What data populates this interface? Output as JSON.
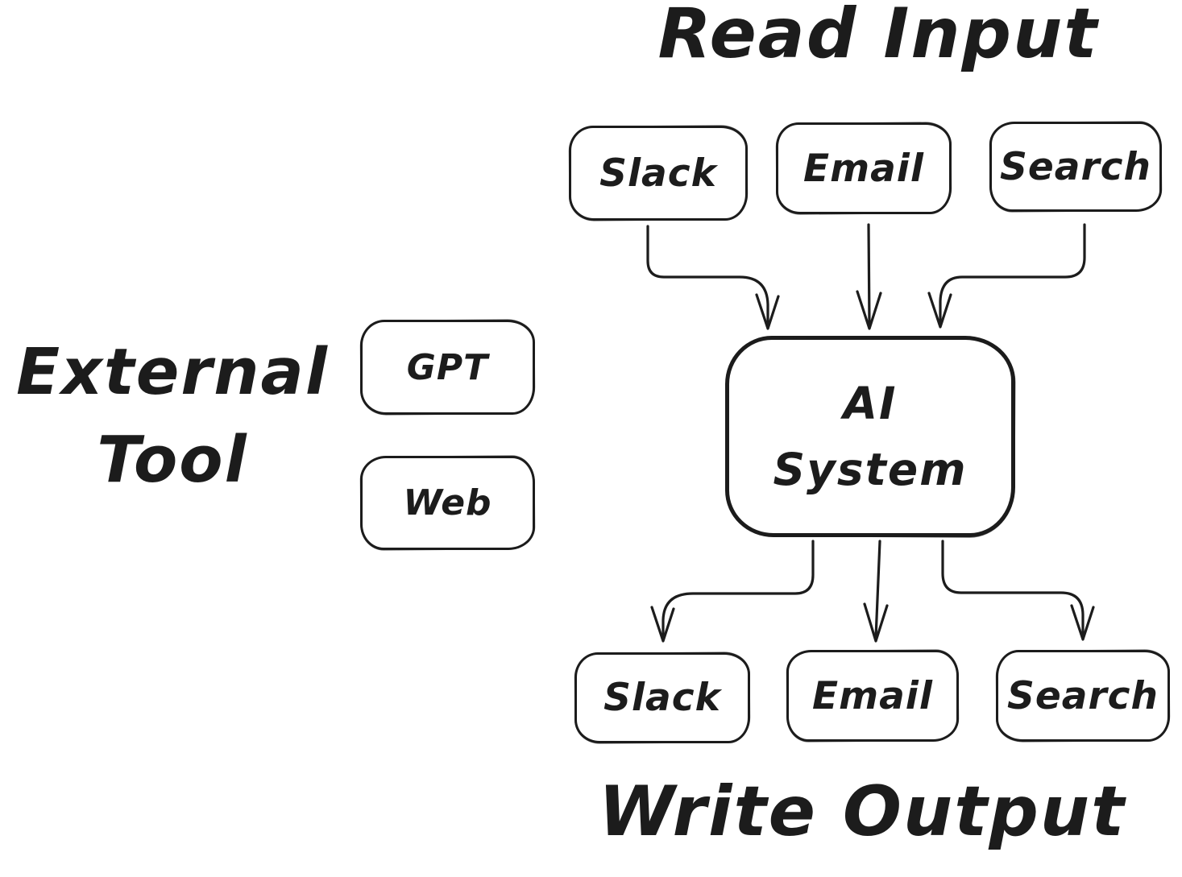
{
  "canvas": {
    "background": "#ffffff",
    "stroke_color": "#1c1c1c"
  },
  "titles": {
    "read_input": "Read Input",
    "write_output": "Write Output",
    "external_tool": {
      "line1": "External",
      "line2": "Tool"
    }
  },
  "ai_system": {
    "line1": "AI",
    "line2": "System"
  },
  "input_nodes": [
    {
      "label": "Slack"
    },
    {
      "label": "Email"
    },
    {
      "label": "Search"
    }
  ],
  "output_nodes": [
    {
      "label": "Slack"
    },
    {
      "label": "Email"
    },
    {
      "label": "Search"
    }
  ],
  "external_tools": [
    {
      "label": "GPT"
    },
    {
      "label": "Web"
    }
  ],
  "connections": [
    {
      "from": "Slack",
      "to": "AI System",
      "group": "read-input"
    },
    {
      "from": "Email",
      "to": "AI System",
      "group": "read-input"
    },
    {
      "from": "Search",
      "to": "AI System",
      "group": "read-input"
    },
    {
      "from": "AI System",
      "to": "Slack",
      "group": "write-output"
    },
    {
      "from": "AI System",
      "to": "Email",
      "group": "write-output"
    },
    {
      "from": "AI System",
      "to": "Search",
      "group": "write-output"
    }
  ]
}
